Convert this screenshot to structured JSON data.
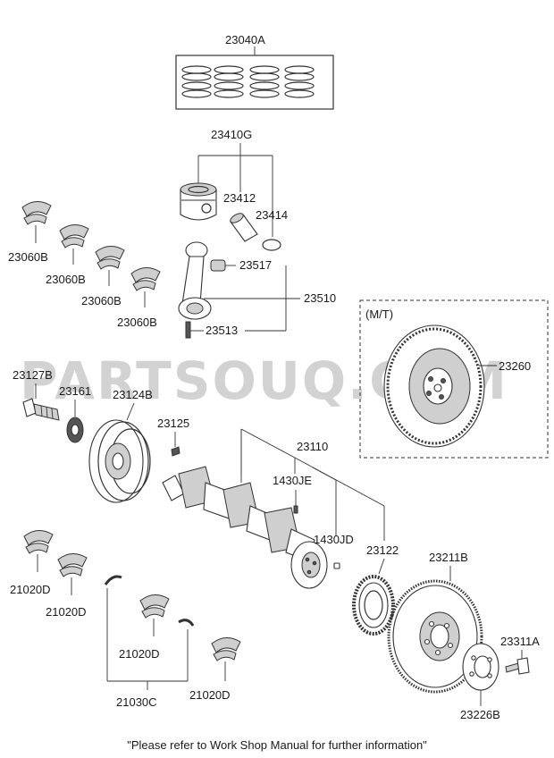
{
  "watermark": "PARTSOUQ.COM",
  "box_title": "(M/T)",
  "footer_note": "\"Please refer to Work Shop Manual for further information\"",
  "labels": {
    "l23040A": "23040A",
    "l23410G": "23410G",
    "l23412": "23412",
    "l23414": "23414",
    "l23060B_1": "23060B",
    "l23060B_2": "23060B",
    "l23060B_3": "23060B",
    "l23060B_4": "23060B",
    "l23517": "23517",
    "l23510": "23510",
    "l23513": "23513",
    "l23260": "23260",
    "l23127B": "23127B",
    "l23161": "23161",
    "l23124B": "23124B",
    "l23125": "23125",
    "l23110": "23110",
    "l1430JE": "1430JE",
    "l1430JD": "1430JD",
    "l23122": "23122",
    "l23211B": "23211B",
    "l23311A": "23311A",
    "l23226B": "23226B",
    "l21020D_1": "21020D",
    "l21020D_2": "21020D",
    "l21020D_3": "21020D",
    "l21020D_4": "21020D",
    "l21030C": "21030C"
  }
}
